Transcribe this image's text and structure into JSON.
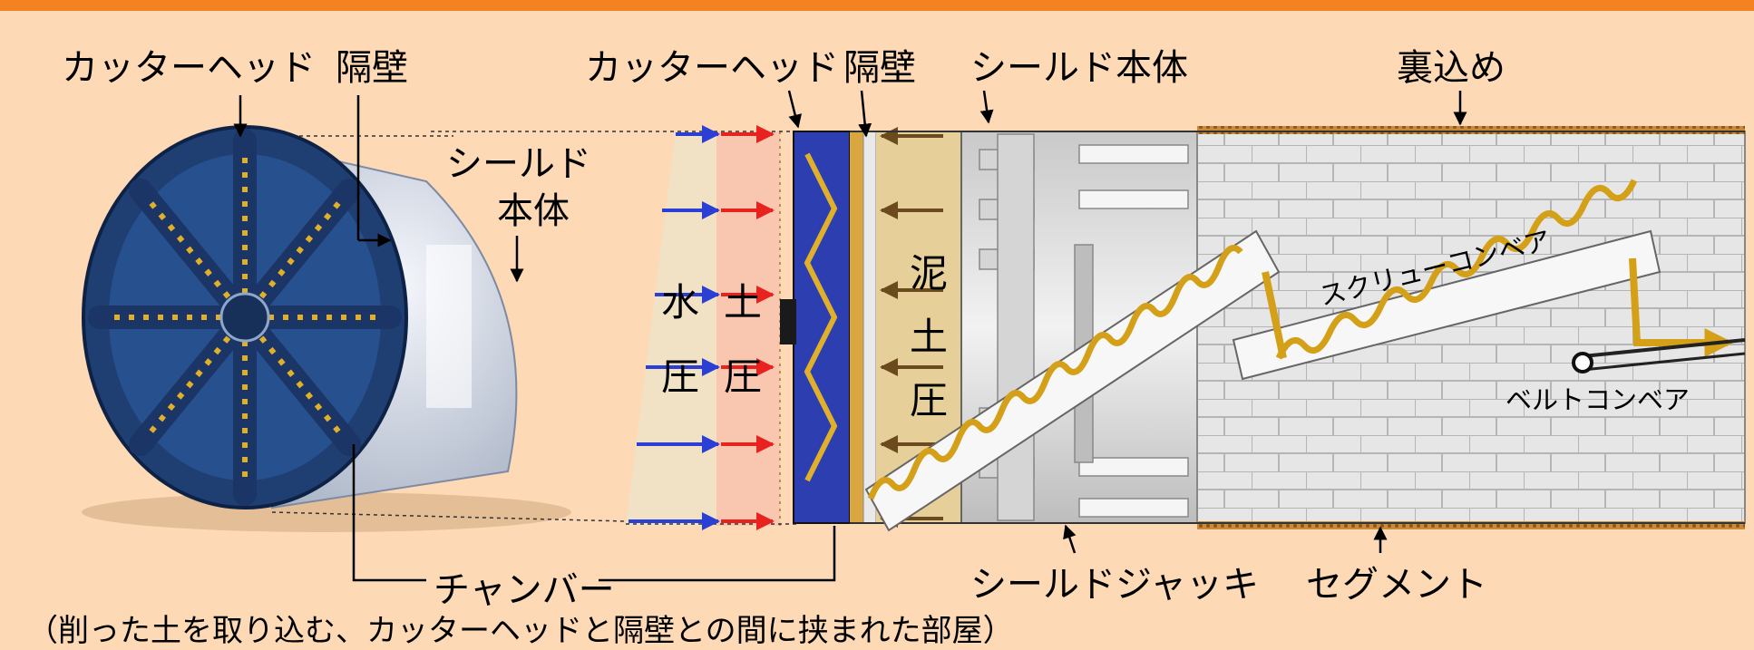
{
  "colors": {
    "top_bar": "#f58220",
    "background": "#fdd9b5",
    "cutter_blue": "#1f3f73",
    "screw_gold": "#d4a017",
    "water_arrow": "#2b3fd4",
    "soil_arrow": "#e8221e"
  },
  "left_machine": {
    "label_cutterhead": "カッターヘッド",
    "label_bulkhead": "隔壁",
    "label_shield_body": [
      "シールド",
      "本体"
    ]
  },
  "cross_section": {
    "label_cutterhead": "カッターヘッド",
    "label_bulkhead": "隔壁",
    "label_shield_body": "シールド本体",
    "label_backfill": "裏込め",
    "label_water_pressure": [
      "水",
      "圧"
    ],
    "label_earth_pressure": [
      "土",
      "圧"
    ],
    "label_mud_pressure": [
      "泥",
      "土",
      "圧"
    ],
    "label_screw_conveyor": "スクリューコンベア",
    "label_belt_conveyor": "ベルトコンベア",
    "label_shield_jack": "シールドジャッキ",
    "label_segment": "セグメント"
  },
  "chamber": {
    "label": "チャンバー",
    "caption": "（削った土を取り込む、カッターヘッドと隔壁との間に挟まれた部屋）"
  },
  "icons": [
    "cutterhead-icon",
    "screw-conveyor-icon",
    "belt-conveyor-icon",
    "arrow-icon"
  ]
}
